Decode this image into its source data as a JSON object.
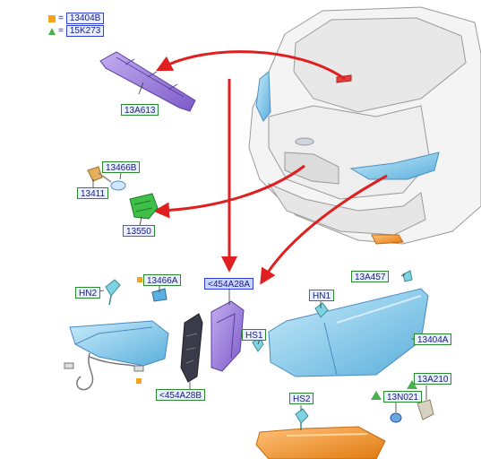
{
  "legend": {
    "square_color": "#f2a51a",
    "square_code": "13404B",
    "triangle_color": "#4caf50",
    "triangle_code": "15K273",
    "eq": "="
  },
  "callouts": {
    "c13A613": "13A613",
    "c13466B": "13466B",
    "c13411": "13411",
    "c13550": "13550",
    "c454A28A": "<454A28A",
    "c13A457": "13A457",
    "cHN2": "HN2",
    "c13466A": "13466A",
    "cHN1": "HN1",
    "cHS1": "HS1",
    "c13404A": "13404A",
    "c454A28B": "<454A28B",
    "cHS2": "HS2",
    "c13A210": "13A210",
    "c13N021": "13N021"
  },
  "colors": {
    "arrow": "#e02020",
    "lamp_blue": "#8fd0ee",
    "lamp_blue_dark": "#5aaedc",
    "purple": "#9a7ad8",
    "green_part": "#3fbf4a",
    "orange": "#f08a1c",
    "car_line": "#9a9a9a"
  }
}
